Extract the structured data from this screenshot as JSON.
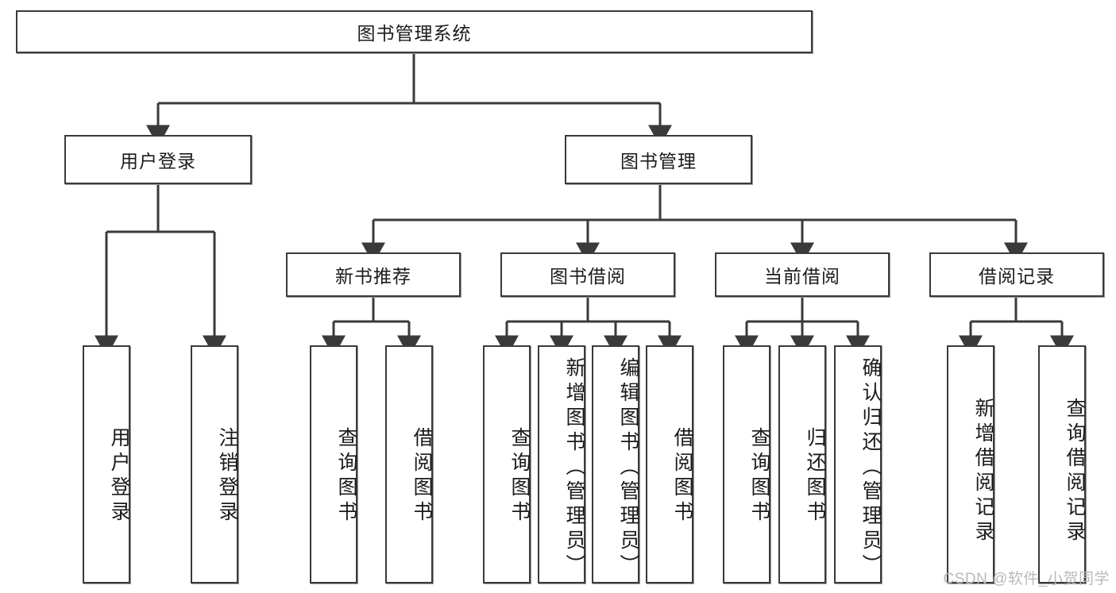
{
  "diagram": {
    "title": "图书管理系统",
    "root": {
      "label": "图书管理系统"
    },
    "level2": [
      {
        "label": "用户登录"
      },
      {
        "label": "图书管理"
      }
    ],
    "level3": [
      {
        "label": "新书推荐"
      },
      {
        "label": "图书借阅"
      },
      {
        "label": "当前借阅"
      },
      {
        "label": "借阅记录"
      }
    ],
    "leaves": [
      {
        "label": "用户登录"
      },
      {
        "label": "注销登录"
      },
      {
        "label": "查询图书"
      },
      {
        "label": "借阅图书"
      },
      {
        "label": "查询图书"
      },
      {
        "label": "新增图书（管理员）"
      },
      {
        "label": "编辑图书（管理员）"
      },
      {
        "label": "借阅图书"
      },
      {
        "label": "查询图书"
      },
      {
        "label": "归还图书"
      },
      {
        "label": "确认归还（管理员）"
      },
      {
        "label": "新增借阅记录"
      },
      {
        "label": "查询借阅记录"
      }
    ],
    "watermark": "CSDN @软件_小贺同学",
    "colors": {
      "box_border": "#3a3a3a",
      "box_fill": "#ffffff",
      "connector": "#3a3a3a",
      "text": "#1b1b1b",
      "watermark": "#b9b9b9"
    }
  }
}
